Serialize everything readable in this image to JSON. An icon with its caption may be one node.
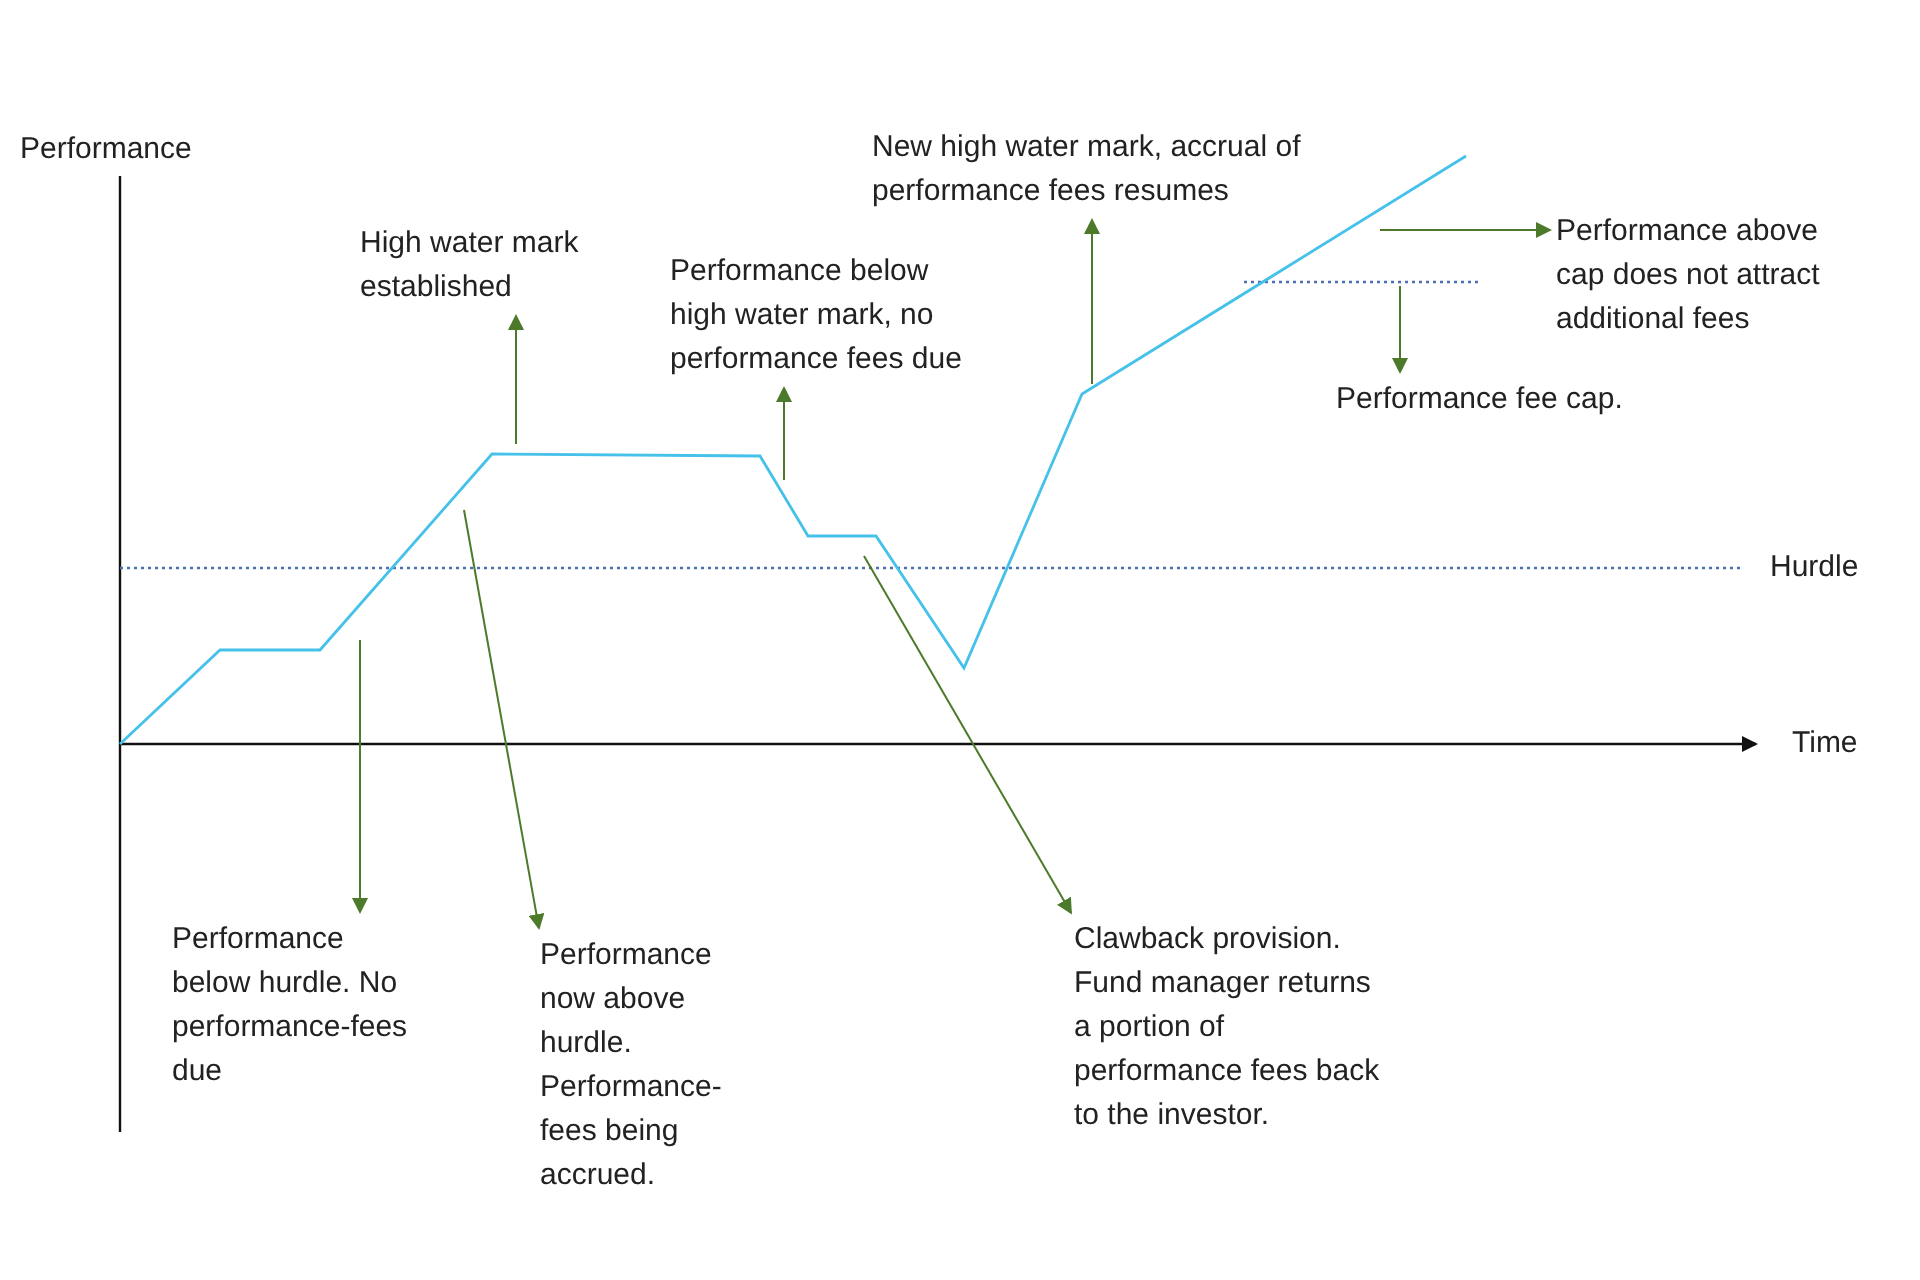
{
  "diagram": {
    "nodes": [
      {
        "text": [
          "Performance below hurdle. No performance-fees due"
        ]
      },
      {
        "text": [
          "Performance now above hurdle. Performance-fees being accrued."
        ]
      },
      {
        "text": [
          "High water mark established"
        ]
      },
      {
        "text": [
          "Performance below high water mark, no performance fees due"
        ]
      },
      {
        "text": [
          "Clawback provision. Fund manager returns a portion of performance fees back to the investor."
        ]
      },
      {
        "text": [
          "New high water mark, accrual of performance fees resumes"
        ]
      },
      {
        "text": [
          "Performance above cap does not attract additional fees"
        ]
      },
      {
        "text": [
          "Performance fee cap."
        ]
      }
    ],
    "edges": [
      {
        "from": null,
        "to": 0,
        "arrow": "to"
      },
      {
        "from": null,
        "to": 1,
        "arrow": "to"
      },
      {
        "from": null,
        "to": 2,
        "arrow": "to"
      },
      {
        "from": null,
        "to": 3,
        "arrow": "to"
      },
      {
        "from": null,
        "to": 4,
        "arrow": "to"
      },
      {
        "from": null,
        "to": 5,
        "arrow": "to"
      },
      {
        "from": null,
        "to": 6,
        "arrow": "to"
      },
      {
        "from": null,
        "to": 7,
        "arrow": "to"
      }
    ],
    "labels": [
      "Performance",
      "Time",
      "Hurdle"
    ]
  }
}
